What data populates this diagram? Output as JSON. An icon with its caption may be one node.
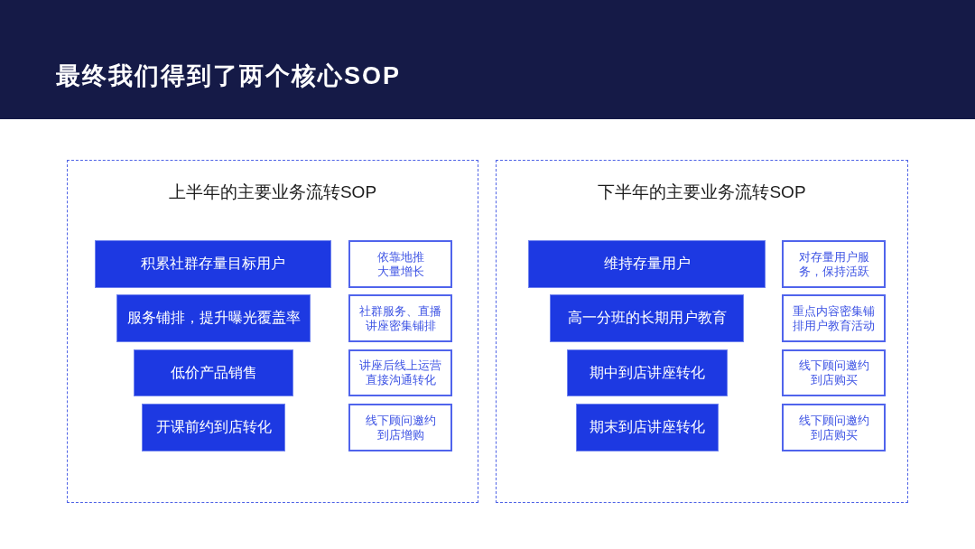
{
  "diagram": {
    "title": "最终我们得到了两个核心SOP",
    "nodes": [
      {
        "text": [
          "上半年的主要业务流转SOP"
        ]
      },
      {
        "text": [
          "积累社群存量目标用户"
        ],
        "in": 0
      },
      {
        "text": [
          "服务铺排，提升曝光覆盖率"
        ],
        "in": 0
      },
      {
        "text": [
          "低价产品销售"
        ],
        "in": 0
      },
      {
        "text": [
          "开课前约到店转化"
        ],
        "in": 0
      },
      {
        "text": [
          "依靠地推大量增长"
        ],
        "in": 0
      },
      {
        "text": [
          "社群服务、直播讲座密集铺排"
        ],
        "in": 0
      },
      {
        "text": [
          "讲座后线上运营直接沟通转化"
        ],
        "in": 0
      },
      {
        "text": [
          "线下顾问邀约到店增购"
        ],
        "in": 0
      },
      {
        "text": [
          "下半年的主要业务流转SOP"
        ]
      },
      {
        "text": [
          "维持存量用户"
        ],
        "in": 9
      },
      {
        "text": [
          "高一分班的长期用户教育"
        ],
        "in": 9
      },
      {
        "text": [
          "期中到店讲座转化"
        ],
        "in": 9
      },
      {
        "text": [
          "期末到店讲座转化"
        ],
        "in": 9
      },
      {
        "text": [
          "对存量用户服务，保持活跃"
        ],
        "in": 9
      },
      {
        "text": [
          "重点内容密集铺排用户教育活动"
        ],
        "in": 9
      },
      {
        "text": [
          "线下顾问邀约到店购买"
        ],
        "in": 9
      },
      {
        "text": [
          "线下顾问邀约到店购买"
        ],
        "in": 9
      }
    ]
  }
}
